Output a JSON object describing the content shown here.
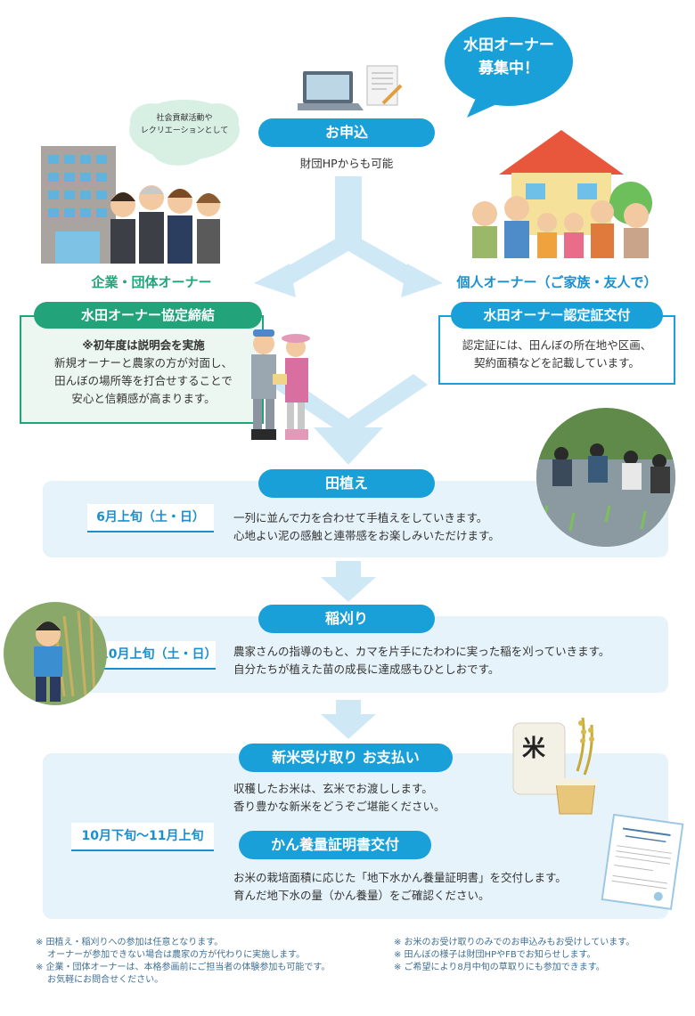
{
  "bubble": {
    "line1": "水田オーナー",
    "line2": "募集中！"
  },
  "cloud": {
    "line1": "社会貢献活動や",
    "line2": "レクリエーションとして"
  },
  "apply": {
    "label": "お申込",
    "sub": "財団HPからも可能"
  },
  "corporate": {
    "title": "企業・団体オーナー",
    "pill": "水田オーナー協定締結",
    "note": "※初年度は説明会を実施",
    "line1": "新規オーナーと農家の方が対面し、",
    "line2": "田んぼの場所等を打合せすることで",
    "line3": "安心と信頼感が高まります。"
  },
  "personal": {
    "title": "個人オーナー（ご家族・友人で）",
    "pill": "水田オーナー認定証交付",
    "line1": "認定証には、田んぼの所在地や区画、",
    "line2": "契約面積などを記載しています。"
  },
  "planting": {
    "label": "田植え",
    "date": "6月上旬（土・日）",
    "line1": "一列に並んで力を合わせて手植えをしていきます。",
    "line2": "心地よい泥の感触と連帯感をお楽しみいただけます。"
  },
  "harvest": {
    "label": "稲刈り",
    "date": "10月上旬（土・日）",
    "line1": "農家さんの指導のもと、カマを片手にたわわに実った稲を刈っていきます。",
    "line2": "自分たちが植えた苗の成長に達成感もひとしおです。"
  },
  "rice": {
    "label": "新米受け取り お支払い",
    "date": "10月下旬〜11月上旬",
    "line1": "収穫したお米は、玄米でお渡しします。",
    "line2": "香り豊かな新米をどうぞご堪能ください。",
    "bag_char": "米"
  },
  "cert": {
    "label": "かん養量証明書交付",
    "line1": "お米の栽培面積に応じた「地下水かん養量証明書」を交付します。",
    "line2": "育んだ地下水の量（かん養量）をご確認ください。"
  },
  "notes_left": [
    "※ 田植え・稲刈りへの参加は任意となります。",
    "　 オーナーが参加できない場合は農家の方が代わりに実施します。",
    "※ 企業・団体オーナーは、本格参画前にご担当者の体験参加も可能です。",
    "　 お気軽にお問合せください。"
  ],
  "notes_right": [
    "※ お米のお受け取りのみでのお申込みもお受けしています。",
    "※ 田んぼの様子は財団HPやFBでお知らせします。",
    "※ ご希望により8月中旬の草取りにも参加できます。"
  ],
  "colors": {
    "blue": "#1aa0d8",
    "green": "#22a37a",
    "panel": "#e6f3fa"
  }
}
